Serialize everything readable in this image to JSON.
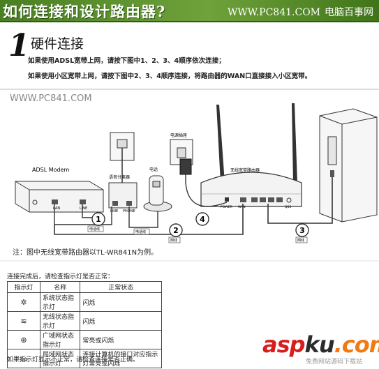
{
  "banner": {
    "title": "如何连接和设计路由器?",
    "site": "WWW.PC841.COM",
    "site_cn": "电脑百事网"
  },
  "step": {
    "number": "1",
    "title": "硬件连接"
  },
  "instructions": {
    "adsl": "如果使用ADSL宽带上网，请按下图中1、2、3、4顺序依次连接；",
    "lan": "如果使用小区宽带上网，请按下图中2、3、4顺序连接，将路由器的WAN口直接接入小区宽带。"
  },
  "watermark": "WWW.PC841.COM",
  "diagram": {
    "modem_label": "ADSL Modem",
    "modem_ports": {
      "lan": "LAN",
      "line": "LINE"
    },
    "splitter_label": "语音分离器",
    "splitter_ports": {
      "line": "LINE",
      "phone": "PHONE"
    },
    "phone_label": "电话",
    "phone_line_label": "电话线",
    "power_label": "电源插座",
    "router_label": "无线宽带路由器",
    "router_ports": {
      "power": "POWER",
      "wan": "WAN",
      "qss": "QSS"
    },
    "cable_label": "网线",
    "markers": [
      "1",
      "2",
      "3",
      "4"
    ],
    "colors": {
      "marker_fill": "#ffffff",
      "line": "#333333"
    }
  },
  "note": "注：图中无线宽带路由器以TL-WR841N为例。",
  "check_intro": "连接完成后，请检查指示灯是否正常：",
  "status_table": {
    "headers": [
      "指示灯",
      "名称",
      "正常状态"
    ],
    "rows": [
      {
        "icon": "gear-icon",
        "glyph": "✲",
        "name": "系统状态指示灯",
        "state": "闪烁"
      },
      {
        "icon": "wireless-icon",
        "glyph": "≋",
        "name": "无线状态指示灯",
        "state": "闪烁"
      },
      {
        "icon": "wan-globe-icon",
        "glyph": "⊕",
        "name": "广域网状态指示灯",
        "state": "常亮或闪烁"
      },
      {
        "icon": "lan-monitor-icon",
        "glyph": "▭",
        "name": "局域网状态指示灯",
        "state": "连接计算机的接口对应指示灯常亮或闪烁"
      }
    ]
  },
  "footer_note": "如果指示灯显示不正常，请检查连接是否正确。",
  "brand": {
    "part1": "asp",
    "part2": "ku",
    "part3": ".com",
    "sub": "免费网站源码下载站"
  }
}
